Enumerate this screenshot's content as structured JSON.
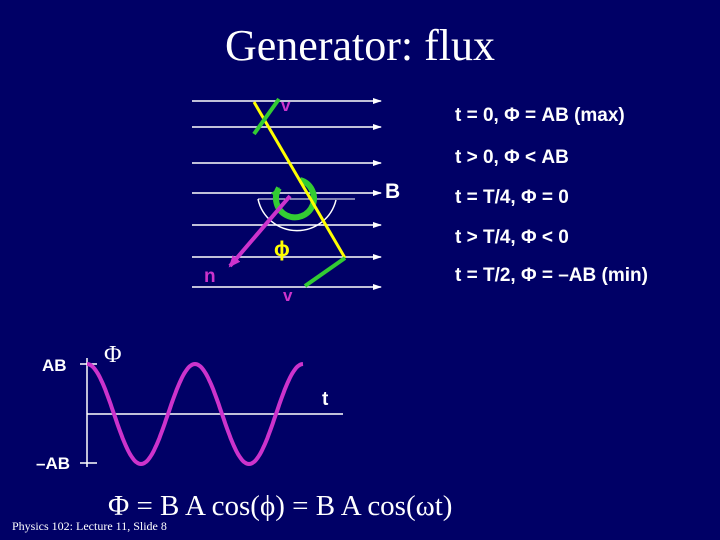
{
  "title": "Generator: flux",
  "statements": [
    "t = 0, Φ = AB (max)",
    "t > 0, Φ < AB",
    "t = T/4, Φ = 0",
    "t > T/4, Φ < 0",
    "t = T/2, Φ = –AB (min)"
  ],
  "diagram": {
    "label_v_top": "v",
    "label_v_bottom": "v",
    "label_B": "B",
    "label_n": "n",
    "label_phi": "ϕ"
  },
  "graph": {
    "y_axis_label": "Φ",
    "x_axis_label": "t",
    "tick_top": "AB",
    "tick_bottom": "–AB"
  },
  "formula": "Φ = B A cos(ϕ) = B A cos(ωt)",
  "footer": "Physics 102: Lecture 11, Slide 8",
  "colors": {
    "background": "#000066",
    "field_lines": "#ffffff",
    "coil": "#ffff00",
    "velocity": "#33cc33",
    "rotation_arrow": "#33cc33",
    "normal": "#cc33cc",
    "wave": "#cc33cc",
    "text": "#ffffff"
  }
}
